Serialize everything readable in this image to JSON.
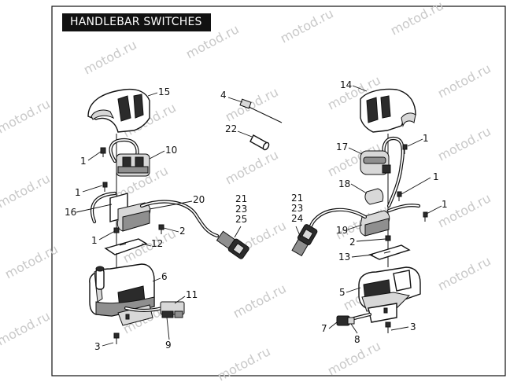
{
  "title": "HANDLEBAR SWITCHES",
  "watermark": "motod.ru",
  "callouts": {
    "l15": "15",
    "l10": "10",
    "l1a": "1",
    "l1b": "1",
    "l16": "16",
    "l20": "20",
    "l1c": "1",
    "l2a": "2",
    "l12": "12",
    "l6": "6",
    "l11": "11",
    "l3a": "3",
    "l9": "9",
    "l4": "4",
    "l22": "22",
    "l21a": "21",
    "l23a": "23",
    "l25": "25",
    "l14": "14",
    "l17": "17",
    "l1d": "1",
    "l1e": "1",
    "l18": "18",
    "l1f": "1",
    "l21b": "21",
    "l23b": "23",
    "l24": "24",
    "l19": "19",
    "l2b": "2",
    "l13": "13",
    "l5": "5",
    "l7": "7",
    "l8": "8",
    "l3b": "3"
  }
}
